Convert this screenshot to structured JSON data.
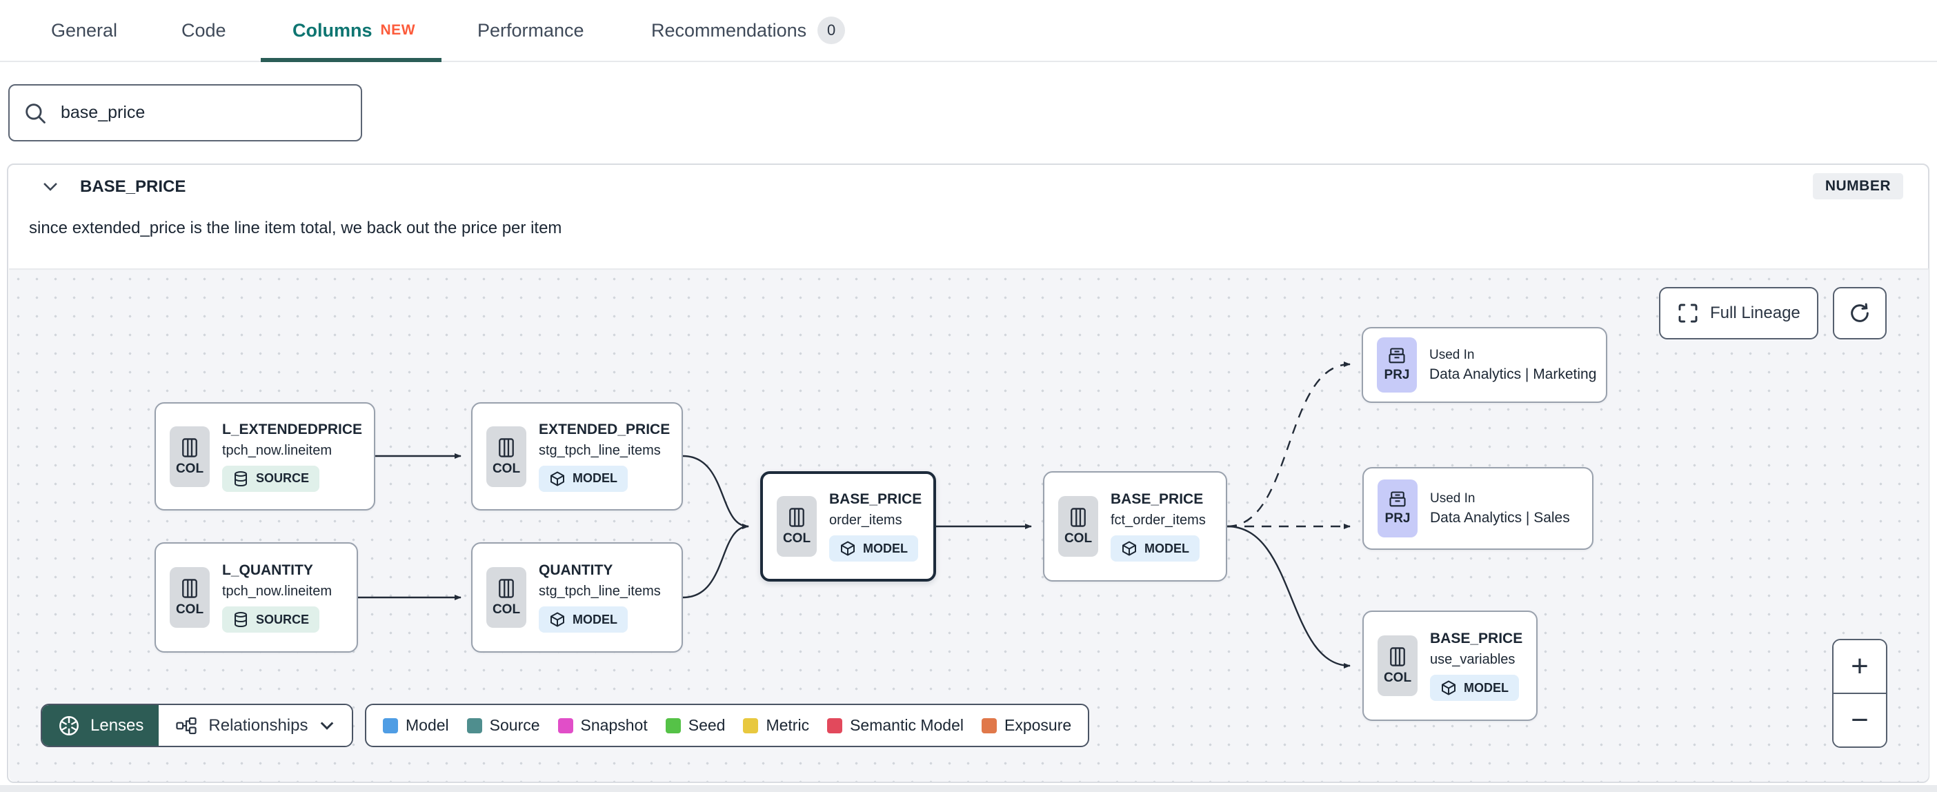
{
  "tabs": {
    "items": [
      {
        "label": "General"
      },
      {
        "label": "Code"
      },
      {
        "label": "Columns",
        "badge": "NEW"
      },
      {
        "label": "Performance"
      },
      {
        "label": "Recommendations",
        "count": "0"
      }
    ]
  },
  "search": {
    "value": "base_price"
  },
  "column": {
    "name": "BASE_PRICE",
    "type": "NUMBER",
    "description": "since extended_price is the line item total, we back out the price per item"
  },
  "graph": {
    "full_lineage_label": "Full Lineage",
    "zoom_in": "+",
    "zoom_out": "−",
    "nodes": {
      "n1": {
        "badge": "COL",
        "title": "L_EXTENDEDPRICE",
        "subtitle": "tpch_now.lineitem",
        "tag": "SOURCE"
      },
      "n2": {
        "badge": "COL",
        "title": "EXTENDED_PRICE",
        "subtitle": "stg_tpch_line_items",
        "tag": "MODEL"
      },
      "n3": {
        "badge": "COL",
        "title": "L_QUANTITY",
        "subtitle": "tpch_now.lineitem",
        "tag": "SOURCE"
      },
      "n4": {
        "badge": "COL",
        "title": "QUANTITY",
        "subtitle": "stg_tpch_line_items",
        "tag": "MODEL"
      },
      "n5": {
        "badge": "COL",
        "title": "BASE_PRICE",
        "subtitle": "order_items",
        "tag": "MODEL",
        "selected": true
      },
      "n6": {
        "badge": "COL",
        "title": "BASE_PRICE",
        "subtitle": "fct_order_items",
        "tag": "MODEL"
      },
      "n7": {
        "badge": "PRJ",
        "kicker": "Used In",
        "title": "Data Analytics | Marketing"
      },
      "n8": {
        "badge": "PRJ",
        "kicker": "Used In",
        "title": "Data Analytics | Sales"
      },
      "n9": {
        "badge": "COL",
        "title": "BASE_PRICE",
        "subtitle": "use_variables",
        "tag": "MODEL"
      }
    },
    "toolbar": {
      "lenses": "Lenses",
      "relationships": "Relationships"
    },
    "legend": {
      "items": [
        {
          "label": "Model",
          "color": "#4f9de4"
        },
        {
          "label": "Source",
          "color": "#4f8e8e"
        },
        {
          "label": "Snapshot",
          "color": "#e14ec8"
        },
        {
          "label": "Seed",
          "color": "#55c247"
        },
        {
          "label": "Metric",
          "color": "#e8c83f"
        },
        {
          "label": "Semantic Model",
          "color": "#e2495c"
        },
        {
          "label": "Exposure",
          "color": "#e0784a"
        }
      ]
    },
    "colors": {
      "accent_teal": "#2b5d57",
      "active_tab_text": "#0e7571",
      "new_badge": "#fc5b3b",
      "model_pill": "#e1effb",
      "source_pill": "#e0f0ea",
      "col_badge": "#d7dade",
      "prj_badge": "#c7cbf8",
      "selected_border": "#1d2b3b"
    }
  }
}
